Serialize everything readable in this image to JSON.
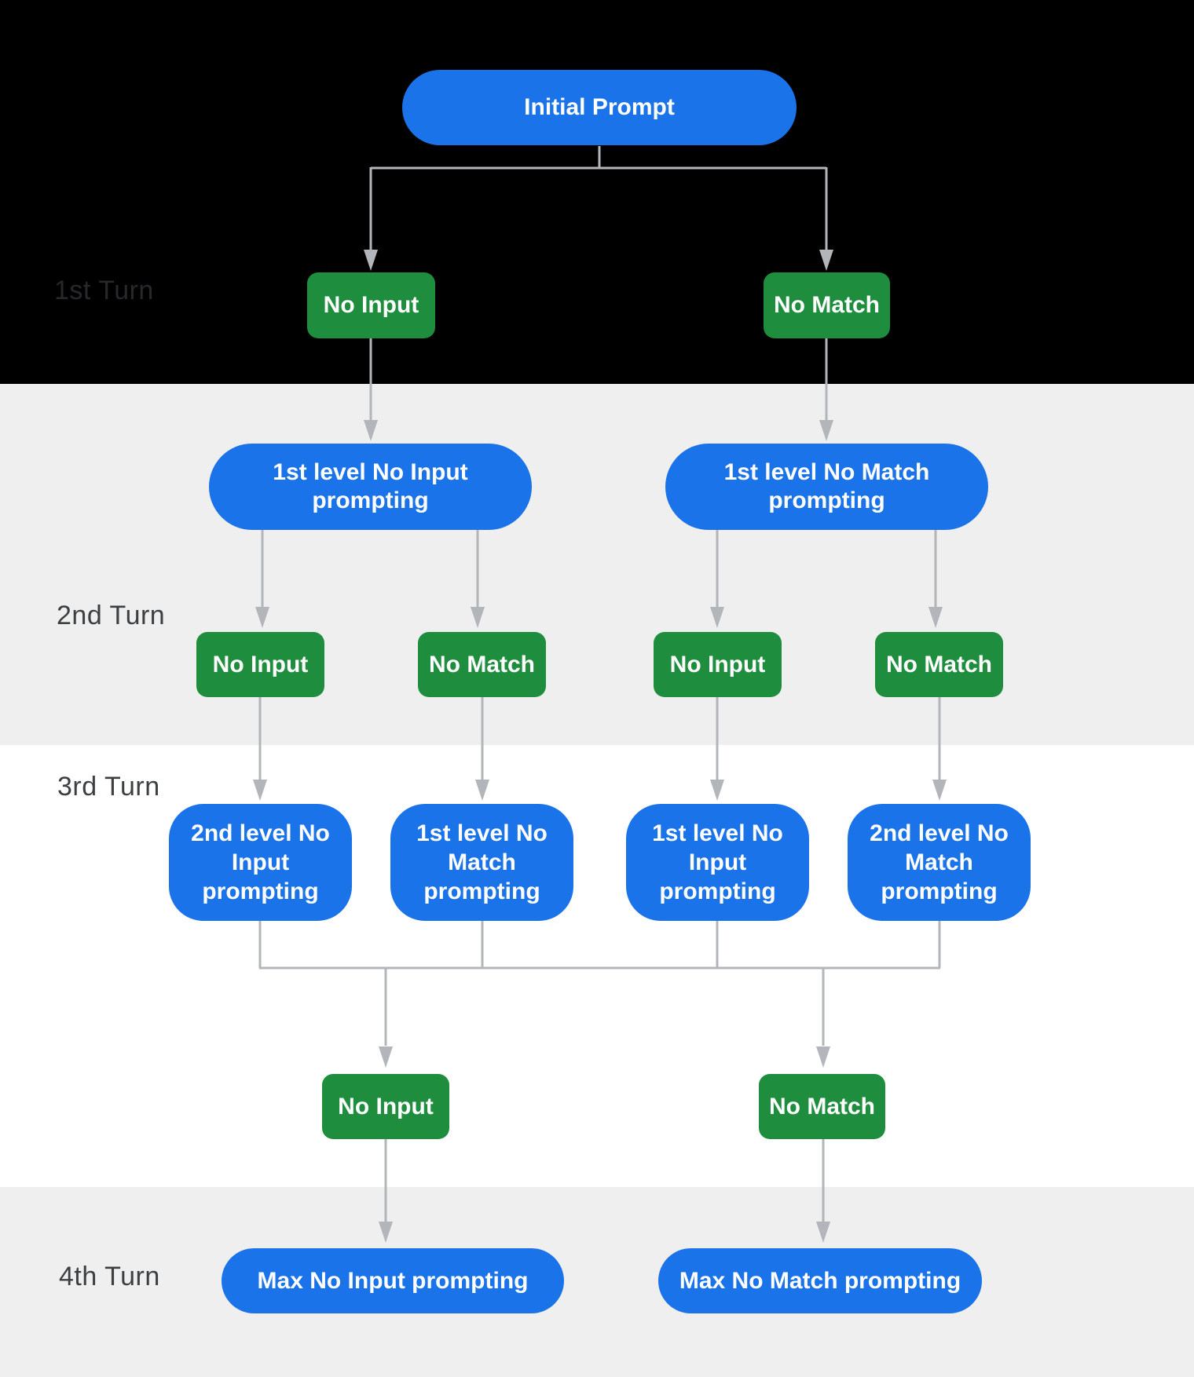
{
  "colors": {
    "blue": "#1a73e8",
    "green": "#1e8e3e",
    "black_band": "#000000",
    "gray_band": "#efefef",
    "white_band": "#ffffff",
    "connector": "#b2b6ba",
    "turn_label": "#3c4043",
    "turn_label_on_black": "#26282a",
    "node_text": "#ffffff"
  },
  "turn_labels": {
    "turn1": "1st Turn",
    "turn2": "2nd Turn",
    "turn3": "3rd Turn",
    "turn4": "4th Turn"
  },
  "nodes": {
    "initial_prompt": "Initial Prompt",
    "turn1_no_input": "No Input",
    "turn1_no_match": "No Match",
    "level1_no_input_prompting": "1st level No Input prompting",
    "level1_no_match_prompting": "1st level No Match prompting",
    "turn2_no_input_a": "No Input",
    "turn2_no_match_a": "No Match",
    "turn2_no_input_b": "No Input",
    "turn2_no_match_b": "No Match",
    "turn3_prompt_1": "2nd level No Input prompting",
    "turn3_prompt_2": "1st level No Match prompting",
    "turn3_prompt_3": "1st level No Input prompting",
    "turn3_prompt_4": "2nd level No Match prompting",
    "turn3_no_input": "No Input",
    "turn3_no_match": "No Match",
    "max_no_input_prompting": "Max No Input prompting",
    "max_no_match_prompting": "Max No Match prompting"
  }
}
